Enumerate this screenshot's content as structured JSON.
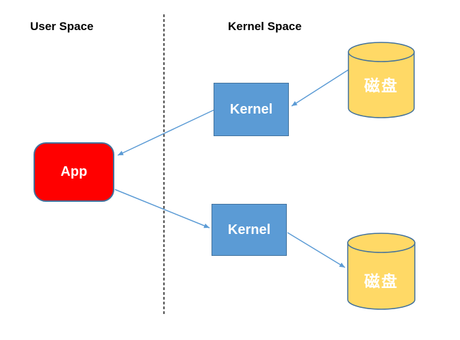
{
  "diagram": {
    "user_space_label": "User Space",
    "kernel_space_label": "Kernel Space",
    "nodes": {
      "app": {
        "label": "App"
      },
      "kernel_top": {
        "label": "Kernel"
      },
      "kernel_bottom": {
        "label": "Kernel"
      },
      "disk_top": {
        "label": "磁盘"
      },
      "disk_bottom": {
        "label": "磁盘"
      }
    },
    "arrows": [
      {
        "from": "disk_top",
        "to": "kernel_top"
      },
      {
        "from": "kernel_top",
        "to": "app"
      },
      {
        "from": "app",
        "to": "kernel_bottom"
      },
      {
        "from": "kernel_bottom",
        "to": "disk_bottom"
      }
    ],
    "colors": {
      "app_fill": "#ff0000",
      "kernel_fill": "#5b9bd5",
      "disk_fill": "#ffd966",
      "node_border": "#41719c",
      "arrow": "#5b9bd5",
      "divider": "#404040",
      "node_text": "#ffffff",
      "label_text": "#000000"
    }
  }
}
